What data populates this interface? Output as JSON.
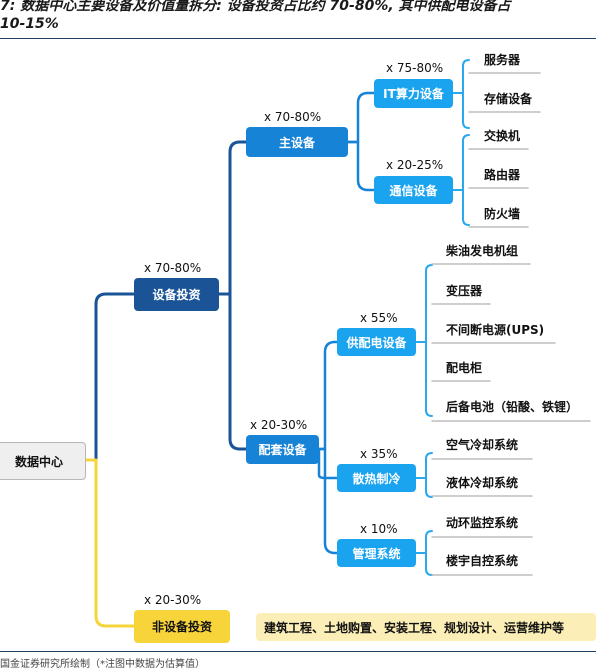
{
  "header": {
    "title_line1": "7: 数据中心主要设备及价值量拆分: 设备投资占比约 70-80%, 其中供配电设备占",
    "title_line2": "10-15%"
  },
  "footer": {
    "source": "国金证券研究所绘制（*注图中数据为估算值）"
  },
  "diagram": {
    "root": "数据中心",
    "equipment_investment": {
      "label": "设备投资",
      "share": "x  70-80%"
    },
    "main_equipment": {
      "label": "主设备",
      "share": "x  70-80%"
    },
    "it_equipment": {
      "label": "IT算力设备",
      "share": "x  75-80%",
      "leaves": [
        "服务器",
        "存储设备"
      ]
    },
    "comm_equipment": {
      "label": "通信设备",
      "share": "x  20-25%",
      "leaves": [
        "交换机",
        "路由器",
        "防火墙"
      ]
    },
    "supporting_equipment": {
      "label": "配套设备",
      "share": "x  20-30%"
    },
    "power_supply": {
      "label": "供配电设备",
      "share": "x  55%",
      "leaves": [
        "柴油发电机组",
        "变压器",
        "不间断电源(UPS)",
        "配电柜",
        "后备电池（铅酸、铁锂）"
      ]
    },
    "cooling": {
      "label": "散热制冷",
      "share": "x  35%",
      "leaves": [
        "空气冷却系统",
        "液体冷却系统"
      ]
    },
    "management": {
      "label": "管理系统",
      "share": "x  10%",
      "leaves": [
        "动环监控系统",
        "楼宇自控系统"
      ]
    },
    "non_equipment": {
      "label": "非设备投资",
      "share": "x  20-30%",
      "detail": "建筑工程、土地购置、安装工程、规划设计、运营维护等"
    }
  },
  "colors": {
    "root_fill": "#efefef",
    "level1_fill": "#1a5497",
    "level2_fill": "#1683d6",
    "level3_fill": "#1aa3ee",
    "non_equipment_fill": "#f6d43a",
    "non_equipment_band": "#fbeeb6",
    "connector_blue": "#1a5497",
    "connector_light_blue": "#2aa8ee",
    "connector_yellow": "#f6d43a",
    "leaf_divider": "#bdbdbd"
  }
}
